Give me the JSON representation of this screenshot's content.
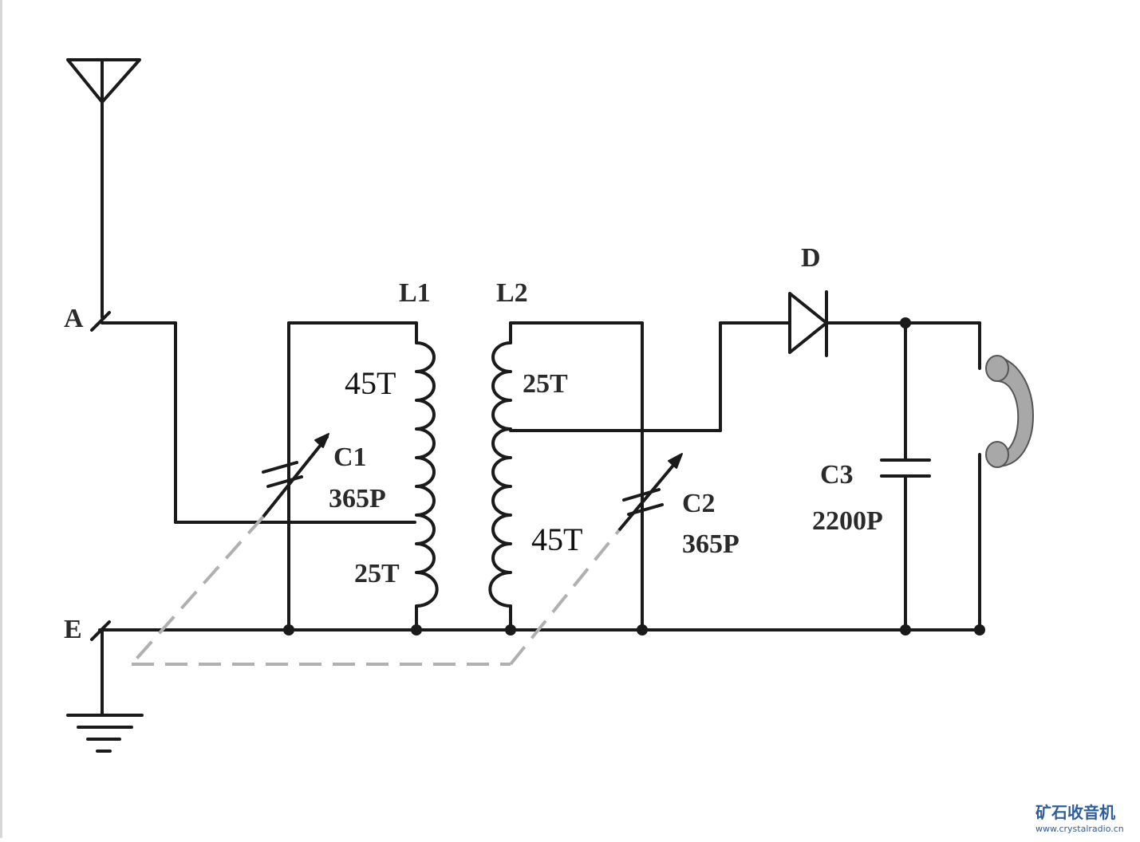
{
  "labels": {
    "antenna_terminal": "A",
    "earth_terminal": "E",
    "coil1": "L1",
    "coil2": "L2",
    "diode": "D",
    "c1_name": "C1",
    "c1_value": "365P",
    "c2_name": "C2",
    "c2_value": "365P",
    "c3_name": "C3",
    "c3_value": "2200P",
    "l1_upper_turns": "45T",
    "l1_lower_turns": "25T",
    "l2_upper_turns": "25T",
    "l2_lower_turns": "45T"
  },
  "watermark": {
    "title": "矿石收音机",
    "url": "www.crystalradio.cn",
    "color": "#2f5e9e"
  },
  "colors": {
    "wire": "#1a1a1a",
    "dashed_link": "#b0b0b0",
    "earphone": "#a8a8a8"
  },
  "icons": [
    "antenna-icon",
    "ground-icon",
    "diode-icon",
    "earphone-icon",
    "variable-capacitor-icon",
    "capacitor-icon",
    "inductor-icon"
  ]
}
